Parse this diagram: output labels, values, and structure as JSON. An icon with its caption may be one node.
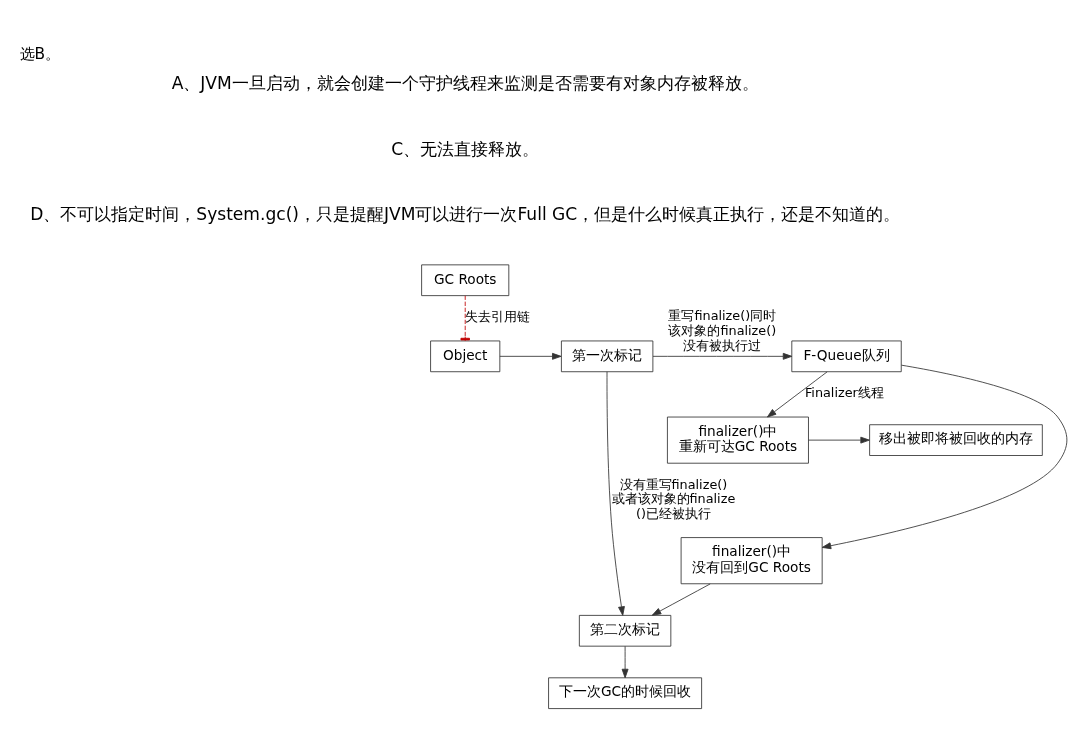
{
  "diagram": {
    "title": "选B。",
    "nodes": [
      {
        "text": [
          "GC Roots"
        ]
      },
      {
        "text": [
          "Object"
        ]
      },
      {
        "text": [
          "第一次标记"
        ]
      },
      {
        "text": [
          "F-Queue队列"
        ]
      },
      {
        "text": [
          "finalizer()中重新可达GC Roots"
        ]
      },
      {
        "text": [
          "移出被即将被回收的内存"
        ]
      },
      {
        "text": [
          "finalizer()中没有回到GC Roots"
        ]
      },
      {
        "text": [
          "第二次标记"
        ]
      },
      {
        "text": [
          "下一次GC的时候回收"
        ]
      }
    ],
    "edges": [
      {
        "from": 0,
        "to": 1,
        "arrow": "other",
        "style": "dashed",
        "color": "#c00000",
        "label": "失去引用链"
      },
      {
        "from": 1,
        "to": 2,
        "arrow": "to"
      },
      {
        "from": 2,
        "to": 3,
        "arrow": "to",
        "label": "重写finalize()同时该对象的finalize()没有被执行过"
      },
      {
        "from": 3,
        "to": 4,
        "arrow": "to",
        "label": "Finalizer线程"
      },
      {
        "from": 3,
        "to": 6,
        "arrow": "to"
      },
      {
        "from": 4,
        "to": 5,
        "arrow": "to"
      },
      {
        "from": 2,
        "to": 7,
        "arrow": "to",
        "label": "没有重写finalize()或者该对象的finalize()已经被执行"
      },
      {
        "from": 6,
        "to": 7,
        "arrow": "to"
      },
      {
        "from": 7,
        "to": 8,
        "arrow": "to"
      }
    ],
    "labels": [
      "A、JVM一旦启动，就会创建一个守护线程来监测是否需要有对象内存被释放。",
      "C、无法直接释放。",
      "D、不可以指定时间，System.gc()，只是提醒JVM可以进行一次Full GC，但是什么时候真正执行，还是不知道的。"
    ]
  }
}
